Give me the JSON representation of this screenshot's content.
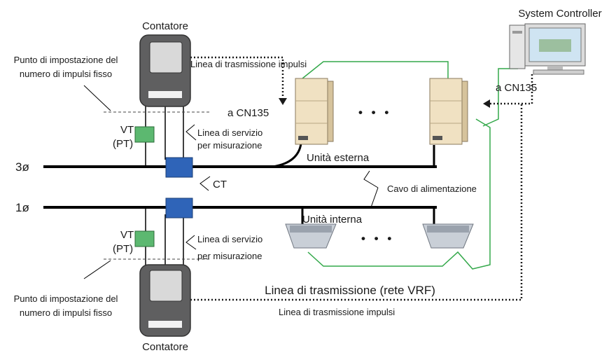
{
  "title": "",
  "labels": {
    "meter_top": "Contatore",
    "meter_bottom": "Contatore",
    "system_controller": "System Controller",
    "pulse_fixed_top_l1": "Punto di impostazione del",
    "pulse_fixed_top_l2": "numero di impulsi fisso",
    "pulse_fixed_bottom_l1": "Punto di impostazione del",
    "pulse_fixed_bottom_l2": "numero di impulsi fisso",
    "pulse_line_top": "Linea di trasmissione impulsi",
    "pulse_line_bottom": "Linea di trasmissione impulsi",
    "cn135_left": "a CN135",
    "cn135_right": "a CN135",
    "vt_top_1": "VT",
    "vt_top_2": "(PT)",
    "vt_bottom_1": "VT",
    "vt_bottom_2": "(PT)",
    "service_top_l1": "Linea di servizio",
    "service_top_l2": "per misurazione",
    "service_bottom_l1": "Linea di servizio",
    "service_bottom_l2": "per misurazione",
    "three_phase": "3ø",
    "single_phase": "1ø",
    "ct": "CT",
    "outdoor_unit": "Unità esterna",
    "indoor_unit": "Unità interna",
    "power_cable": "Cavo di alimentazione",
    "vrf_line": "Linea di trasmissione (rete VRF)",
    "ellipsis_top": "• • •",
    "ellipsis_bottom": "• • •"
  },
  "colors": {
    "meter_body": "#5f5f60",
    "meter_face": "#d9d9d9",
    "vt_fill": "#5cb870",
    "ct_fill": "#2f64b8",
    "vrf_line": "#33a84a",
    "outdoor_unit": "#f0e1c2"
  }
}
